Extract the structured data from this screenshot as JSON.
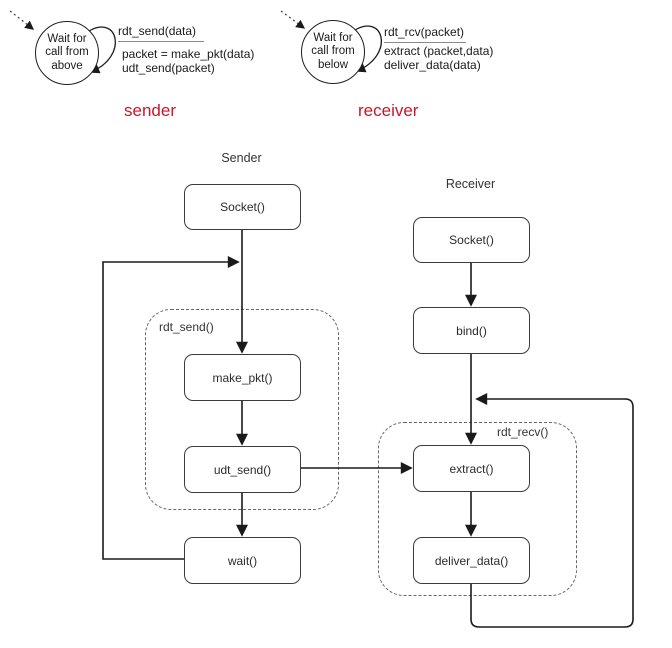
{
  "colors": {
    "caption_red": "#c4182c",
    "line": "#1a1a1a",
    "box_border": "#3c3c3c",
    "dashed_border": "#666666"
  },
  "fsm": {
    "sender": {
      "state_lines": [
        "Wait for",
        "call from",
        "above"
      ],
      "event": "rdt_send(data)",
      "action_lines": [
        "packet = make_pkt(data)",
        "udt_send(packet)"
      ],
      "caption": "sender"
    },
    "receiver": {
      "state_lines": [
        "Wait for",
        "call from",
        "below"
      ],
      "event": "rdt_rcv(packet)",
      "action_lines": [
        "extract (packet,data)",
        "deliver_data(data)"
      ],
      "caption": "receiver"
    }
  },
  "flow": {
    "sender": {
      "title": "Sender",
      "group_label": "rdt_send()",
      "nodes": {
        "socket": "Socket()",
        "make_pkt": "make_pkt()",
        "udt_send": "udt_send()",
        "wait": "wait()"
      }
    },
    "receiver": {
      "title": "Receiver",
      "group_label": "rdt_recv()",
      "nodes": {
        "socket": "Socket()",
        "bind": "bind()",
        "extract": "extract()",
        "deliver_data": "deliver_data()"
      }
    }
  }
}
